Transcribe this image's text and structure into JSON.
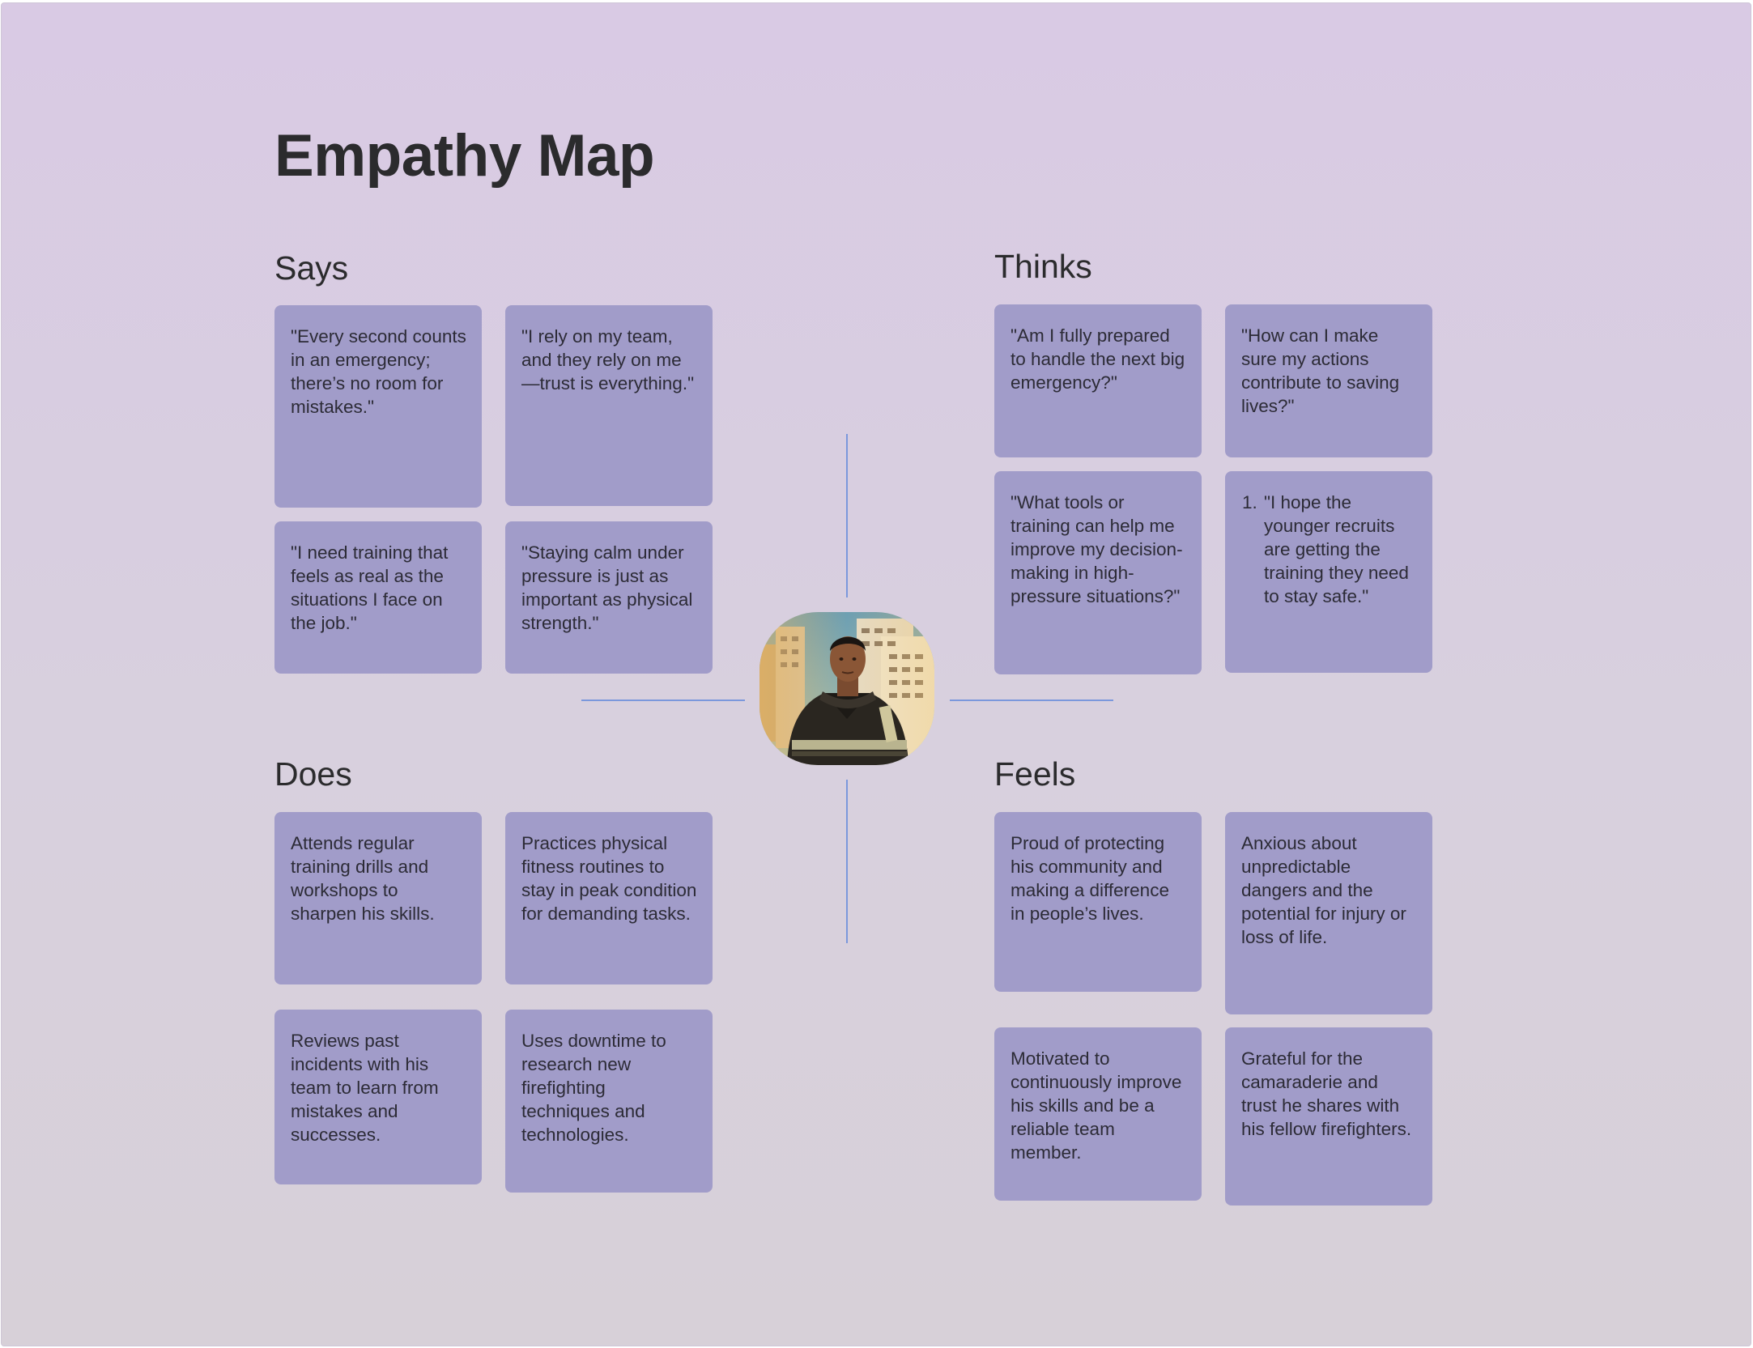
{
  "title": "Empathy Map",
  "sections": {
    "says": {
      "heading": "Says",
      "notes": [
        "\"Every second counts in an emergency; there’s no room for mistakes.\"",
        "\"I rely on my team, and they rely on me—trust is everything.\"",
        "\"I need training that feels as real as the situations I face on the job.\"",
        "\"Staying calm under pressure is just as important as physical strength.\""
      ]
    },
    "thinks": {
      "heading": "Thinks",
      "notes": [
        "\"Am I fully prepared to handle the next big emergency?\"",
        "\"How can I make sure my actions contribute to saving lives?\"",
        "\"What tools or training can help me improve my decision-making in high-pressure situations?\"",
        "\"I hope the younger recruits are getting the training they need to stay safe.\""
      ]
    },
    "does": {
      "heading": "Does",
      "notes": [
        "Attends regular training drills and workshops to sharpen his skills.",
        "Practices physical fitness routines to stay in peak condition for demanding tasks.",
        "Reviews past incidents with his team to learn from mistakes and successes.",
        "Uses downtime to research new firefighting techniques and technologies."
      ]
    },
    "feels": {
      "heading": "Feels",
      "notes": [
        "Proud of protecting his community and making a difference in people’s lives.",
        "Anxious about unpredictable dangers and the potential for injury or loss of life.",
        "Motivated to continuously improve his skills and be a reliable team member.",
        "Grateful for the camaraderie and trust he shares with his fellow firefighters."
      ]
    }
  },
  "colors": {
    "note_fill": "#a19cc9",
    "divider": "#7b98dc",
    "text": "#2b2b2d"
  },
  "icons": {
    "avatar": "firefighter-portrait"
  }
}
